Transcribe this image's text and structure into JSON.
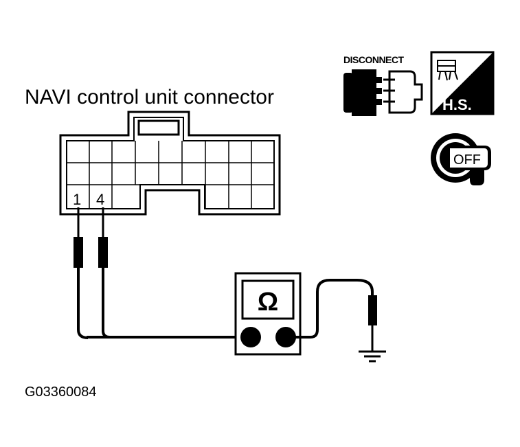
{
  "connector_title": "NAVI control unit connector",
  "pin_labels": [
    "1",
    "4"
  ],
  "icons": {
    "disconnect": {
      "name": "disconnect-icon",
      "label": "DISCONNECT"
    },
    "harness": {
      "name": "harness-connector-icon",
      "label": "H.S."
    },
    "ignition": {
      "name": "ignition-key-off-icon",
      "label": "OFF"
    }
  },
  "meter": {
    "name": "ohmmeter",
    "symbol": "Ω"
  },
  "figure_code": "G03360084"
}
